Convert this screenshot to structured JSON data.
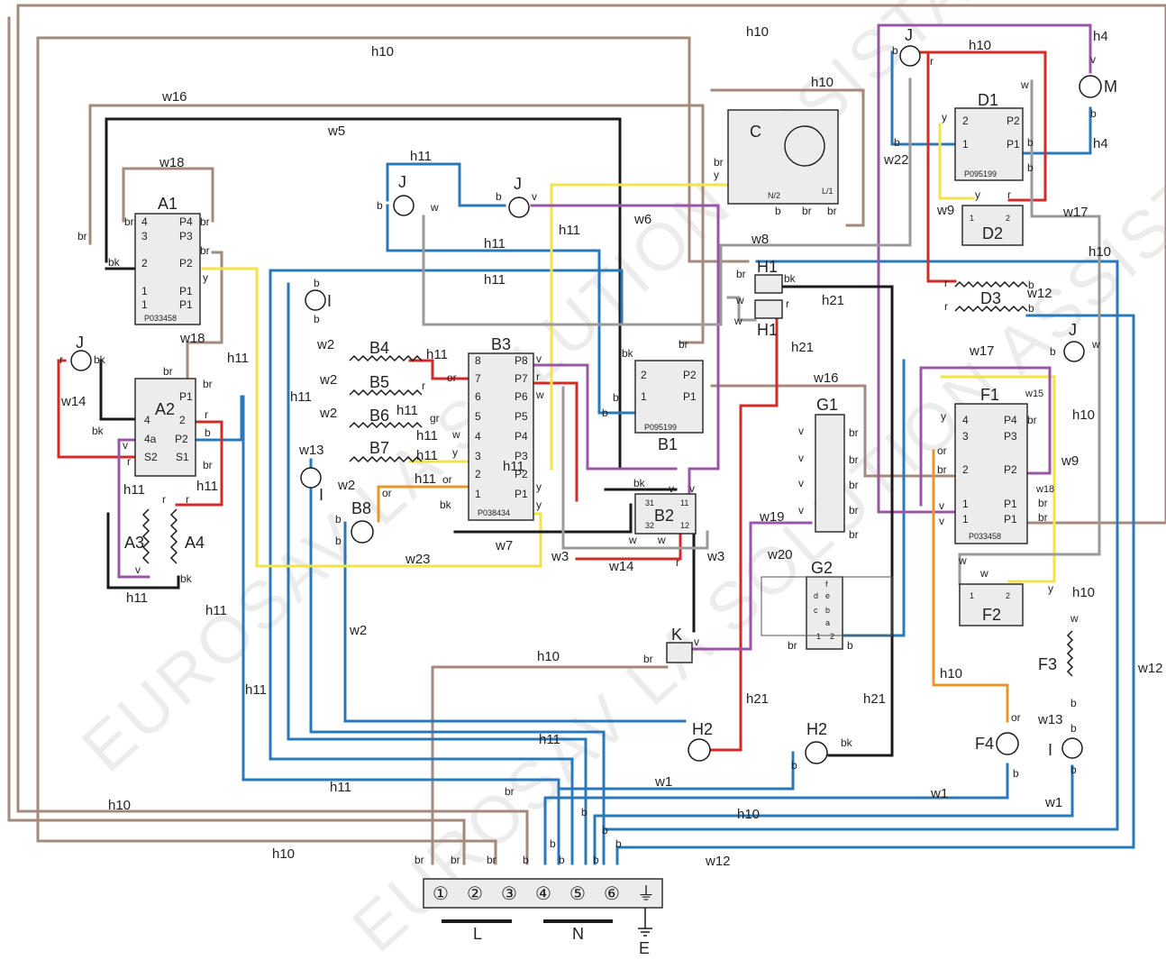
{
  "colors": {
    "brown": "#a38a7c",
    "blue": "#2a78b8",
    "red": "#d42a2a",
    "yellow": "#f2e34a",
    "purple": "#9a56a6",
    "black": "#1a1a1a",
    "orange": "#e8962c",
    "grey": "#9a9a9a",
    "panel": "#ececec",
    "lightblue": "#7fb0d6"
  },
  "watermark": {
    "text": "EUROSAV LA SOLUTION ASSISTANCE"
  },
  "components": {
    "A1": {
      "label": "A1",
      "part": "P033458",
      "pins": [
        "4",
        "3",
        "2",
        "1",
        "1",
        "P4",
        "P3",
        "P2",
        "P1",
        "P1"
      ]
    },
    "A2": {
      "label": "A2",
      "pins": [
        "P1",
        "4",
        "4a",
        "S2",
        "2",
        "P2",
        "S1"
      ]
    },
    "A3": {
      "label": "A3"
    },
    "A4": {
      "label": "A4"
    },
    "B1": {
      "label": "B1",
      "part": "P095199",
      "pins": [
        "2",
        "1",
        "P2",
        "P1"
      ]
    },
    "B2": {
      "label": "B2",
      "pins": [
        "31",
        "11",
        "32",
        "12"
      ]
    },
    "B3": {
      "label": "B3",
      "part": "P038434",
      "pins": [
        "8",
        "7",
        "6",
        "5",
        "4",
        "3",
        "2",
        "1",
        "P8",
        "P7",
        "P6",
        "P5",
        "P4",
        "P3",
        "P2",
        "P1"
      ]
    },
    "B4": {
      "label": "B4"
    },
    "B5": {
      "label": "B5"
    },
    "B6": {
      "label": "B6"
    },
    "B7": {
      "label": "B7"
    },
    "B8": {
      "label": "B8"
    },
    "C": {
      "label": "C",
      "pins": [
        "N/2",
        "L/1"
      ]
    },
    "D1": {
      "label": "D1",
      "part": "P095199",
      "pins": [
        "2",
        "1",
        "P2",
        "P1"
      ]
    },
    "D2": {
      "label": "D2",
      "pins": [
        "1",
        "2"
      ]
    },
    "D3": {
      "label": "D3"
    },
    "E": {
      "label": "E"
    },
    "F1": {
      "label": "F1",
      "part": "P033458",
      "pins": [
        "4",
        "3",
        "2",
        "1",
        "1",
        "P4",
        "P3",
        "P2",
        "P1",
        "P1"
      ]
    },
    "F2": {
      "label": "F2",
      "pins": [
        "1",
        "2"
      ]
    },
    "F3": {
      "label": "F3"
    },
    "F4": {
      "label": "F4"
    },
    "G1": {
      "label": "G1"
    },
    "G2": {
      "label": "G2",
      "pins": [
        "f",
        "e",
        "d",
        "c",
        "b",
        "a",
        "1",
        "2"
      ]
    },
    "H1a": {
      "label": "H1"
    },
    "H1b": {
      "label": "H1"
    },
    "H2a": {
      "label": "H2"
    },
    "H2b": {
      "label": "H2"
    },
    "K": {
      "label": "K"
    },
    "L": {
      "label": "L"
    },
    "M": {
      "label": "M"
    },
    "N": {
      "label": "N"
    },
    "J": {
      "label": "J"
    },
    "I": {
      "label": "I"
    }
  },
  "terminal": {
    "labels": [
      "①",
      "②",
      "③",
      "④",
      "⑤",
      "⑥",
      "⏚"
    ]
  },
  "wires": {
    "h4": "h4",
    "h10": "h10",
    "h11": "h11",
    "h21": "h21",
    "w1": "w1",
    "w2": "w2",
    "w3": "w3",
    "w5": "w5",
    "w6": "w6",
    "w7": "w7",
    "w8": "w8",
    "w9": "w9",
    "w12": "w12",
    "w13": "w13",
    "w14": "w14",
    "w15": "w15",
    "w16": "w16",
    "w17": "w17",
    "w18": "w18",
    "w19": "w19",
    "w20": "w20",
    "w22": "w22",
    "w23": "w23"
  },
  "codes": {
    "br": "br",
    "b": "b",
    "r": "r",
    "y": "y",
    "v": "v",
    "w": "w",
    "bk": "bk",
    "or": "or",
    "gr": "gr"
  }
}
